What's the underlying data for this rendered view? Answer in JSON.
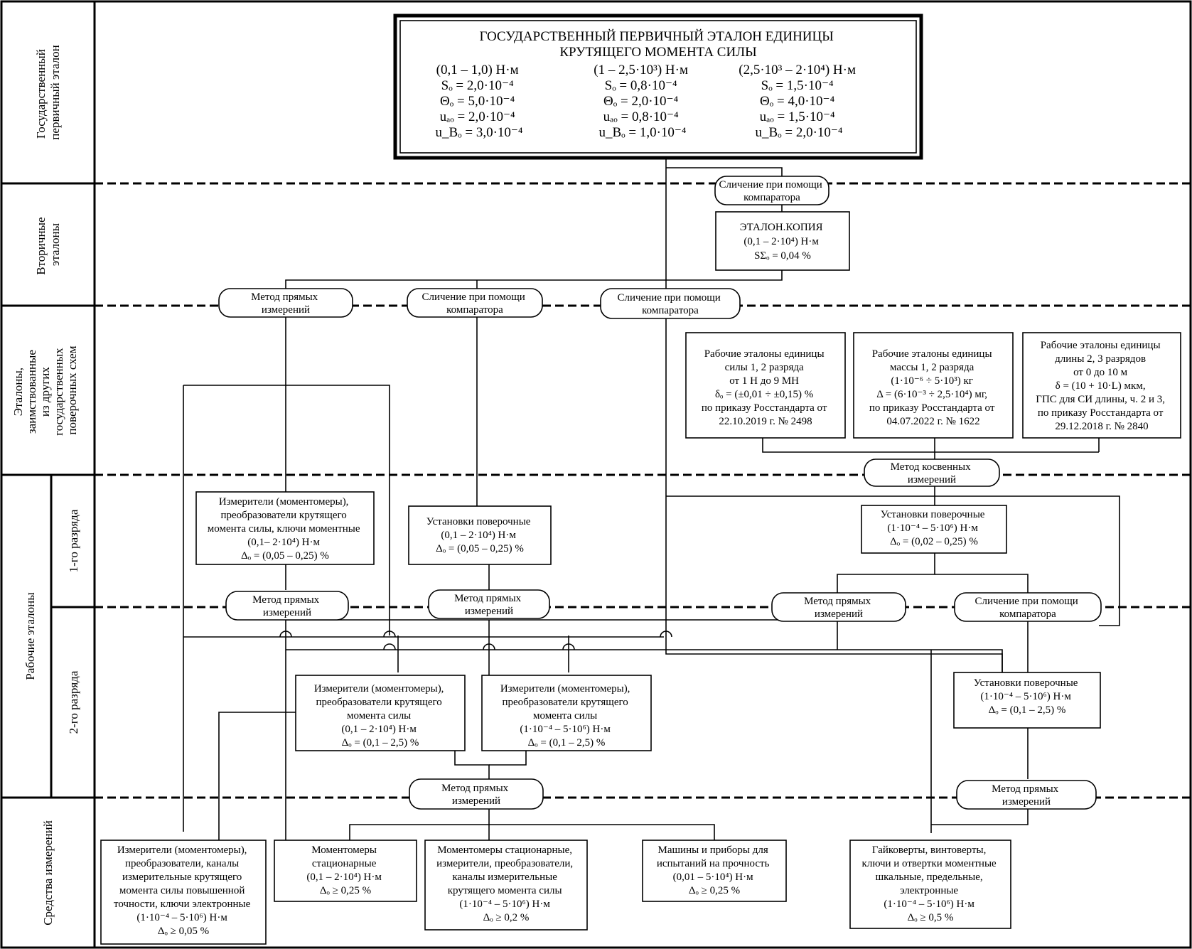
{
  "bands": {
    "primary": [
      "Государственный",
      "первичный эталон"
    ],
    "secondary": [
      "Вторичные",
      "эталоны"
    ],
    "borrowed": [
      "Эталоны,",
      "заимствованные",
      "из других",
      "государственных",
      "поверочных схем"
    ],
    "working": [
      "Рабочие эталоны"
    ],
    "rank1": [
      "1-го разряда"
    ],
    "rank2": [
      "2-го разряда"
    ],
    "instruments": [
      "Средства измерений"
    ]
  },
  "primary": {
    "title": [
      "ГОСУДАРСТВЕННЫЙ ПЕРВИЧНЫЙ ЭТАЛОН ЕДИНИЦЫ",
      "КРУТЯЩЕГО МОМЕНТА СИЛЫ"
    ],
    "col1": [
      "(0,1 – 1,0) Н·м",
      "Sₒ = 2,0·10⁻⁴",
      "Θₒ = 5,0·10⁻⁴",
      "uₐₒ = 2,0·10⁻⁴",
      "u_Bₒ = 3,0·10⁻⁴"
    ],
    "col2": [
      "(1 – 2,5·10³) Н·м",
      "Sₒ = 0,8·10⁻⁴",
      "Θₒ = 2,0·10⁻⁴",
      "uₐₒ = 0,8·10⁻⁴",
      "u_Bₒ = 1,0·10⁻⁴"
    ],
    "col3": [
      "(2,5·10³ – 2·10⁴) Н·м",
      "Sₒ = 1,5·10⁻⁴",
      "Θₒ = 4,0·10⁻⁴",
      "uₐₒ = 1,5·10⁻⁴",
      "u_Bₒ = 2,0·10⁻⁴"
    ]
  },
  "methods": {
    "comparator_top": [
      "Сличение при помощи",
      "компаратора"
    ],
    "direct_sec_left": [
      "Метод прямых",
      "измерений"
    ],
    "comparator_sec_mid": [
      "Сличение при помощи",
      "компаратора"
    ],
    "comparator_sec_right": [
      "Сличение при помощи",
      "компаратора"
    ],
    "indirect": [
      "Метод косвенных",
      "измерений"
    ],
    "direct_r1_a": [
      "Метод прямых",
      "измерений"
    ],
    "direct_r1_b": [
      "Метод прямых",
      "измерений"
    ],
    "direct_r1_c": [
      "Метод прямых",
      "измерений"
    ],
    "comparator_r1_d": [
      "Сличение при помощи",
      "компаратора"
    ],
    "direct_r2_mid": [
      "Метод прямых",
      "измерений"
    ],
    "direct_r2_right": [
      "Метод прямых",
      "измерений"
    ]
  },
  "boxes": {
    "copy": [
      "ЭТАЛОН.КОПИЯ",
      "(0,1 – 2·10⁴) Н·м",
      "SΣₒ = 0,04 %"
    ],
    "force": [
      "Рабочие эталоны единицы",
      "силы 1, 2 разряда",
      "от 1 Н до 9 МН",
      "δₒ = (±0,01 ÷ ±0,15) %",
      "по приказу Росстандарта от",
      "22.10.2019 г. № 2498"
    ],
    "mass": [
      "Рабочие эталоны единицы",
      "массы 1, 2 разряда",
      "(1·10⁻⁶ ÷ 5·10³) кг",
      "Δ = (6·10⁻³ ÷ 2,5·10⁴) мг,",
      "по приказу Росстандарта от",
      "04.07.2022 г. № 1622"
    ],
    "length": [
      "Рабочие эталоны единицы",
      "длины 2, 3 разрядов",
      "от 0 до 10 м",
      "δ = (10 + 10·L) мкм,",
      "ГПС для СИ длины, ч. 2 и 3,",
      "по приказу Росстандарта от",
      "29.12.2018 г. № 2840"
    ],
    "r1_meters": [
      "Измерители (моментомеры),",
      "преобразователи крутящего",
      "момента силы, ключи моментные",
      "(0,1– 2·10⁴) Н·м",
      "Δₒ = (0,05 – 0,25) %"
    ],
    "r1_install": [
      "Установки поверочные",
      "(0,1 – 2·10⁴) Н·м",
      "Δₒ = (0,05 – 0,25) %"
    ],
    "r1_install_right": [
      "Установки поверочные",
      "(1·10⁻⁴ – 5·10⁶) Н·м",
      "Δₒ = (0,02 – 0,25) %"
    ],
    "r2_meters_a": [
      "Измерители (моментомеры),",
      "преобразователи крутящего",
      "момента силы",
      "(0,1 – 2·10⁴) Н·м",
      "Δₒ = (0,1 – 2,5) %"
    ],
    "r2_meters_b": [
      "Измерители (моментомеры),",
      "преобразователи крутящего",
      "момента силы",
      "(1·10⁻⁴ – 5·10⁶) Н·м",
      "Δₒ = (0,1 – 2,5) %"
    ],
    "r2_install": [
      "Установки поверочные",
      "(1·10⁻⁴ – 5·10⁶) Н·м",
      "Δₒ = (0,1 – 2,5) %"
    ],
    "si_1": [
      "Измерители (моментомеры),",
      "преобразователи, каналы",
      "измерительные крутящего",
      "момента силы повышенной",
      "точности, ключи электронные",
      "(1·10⁻⁴ – 5·10⁶) Н·м",
      "Δₒ ≥ 0,05 %"
    ],
    "si_2": [
      "Моментомеры",
      "стационарные",
      "(0,1 – 2·10⁴) Н·м",
      "Δₒ ≥ 0,25 %"
    ],
    "si_3": [
      "Моментомеры стационарные,",
      "измерители, преобразователи,",
      "каналы измерительные",
      "крутящего момента силы",
      "(1·10⁻⁴ – 5·10⁶) Н·м",
      "Δₒ ≥ 0,2 %"
    ],
    "si_4": [
      "Машины и приборы для",
      "испытаний на прочность",
      "(0,01 – 5·10⁴) Н·м",
      "Δₒ ≥ 0,25 %"
    ],
    "si_5": [
      "Гайковерты, винтоверты,",
      "ключи и отвертки моментные",
      "шкальные, предельные,",
      "электронные",
      "(1·10⁻⁴ – 5·10⁶) Н·м",
      "Δₒ ≥ 0,5 %"
    ]
  }
}
